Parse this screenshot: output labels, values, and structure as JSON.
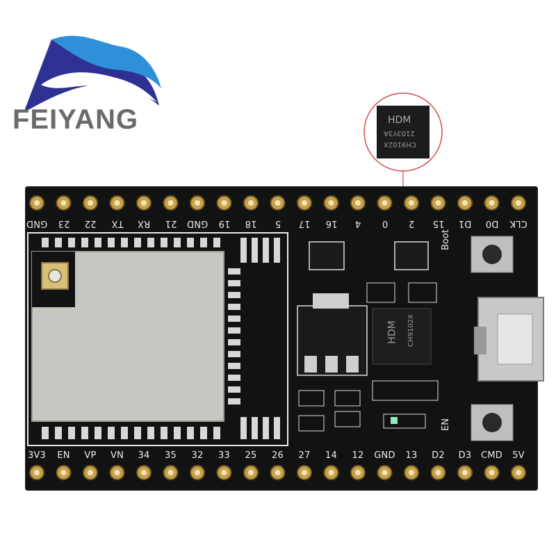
{
  "brand": {
    "name": "FEIYANG"
  },
  "board": {
    "top_pins": [
      "GND",
      "23",
      "22",
      "TX",
      "RX",
      "21",
      "GND",
      "19",
      "18",
      "5",
      "17",
      "16",
      "4",
      "0",
      "2",
      "15",
      "D1",
      "D0",
      "CLK"
    ],
    "bottom_pins": [
      "3V3",
      "EN",
      "VP",
      "VN",
      "34",
      "35",
      "32",
      "33",
      "25",
      "26",
      "27",
      "14",
      "12",
      "GND",
      "13",
      "D2",
      "D3",
      "CMD",
      "5V"
    ],
    "boot_label": "Boot",
    "en_label": "EN",
    "chip_logo": "HDM",
    "chip_model": "CH9102X",
    "chip_code": "2103Y3A"
  },
  "colors": {
    "logo_dark_blue": "#2e3192",
    "logo_light_blue": "#2f8fd8",
    "board": "#121212",
    "module_shield": "#c7c7c2",
    "pin_gold": "#c8a24a"
  }
}
